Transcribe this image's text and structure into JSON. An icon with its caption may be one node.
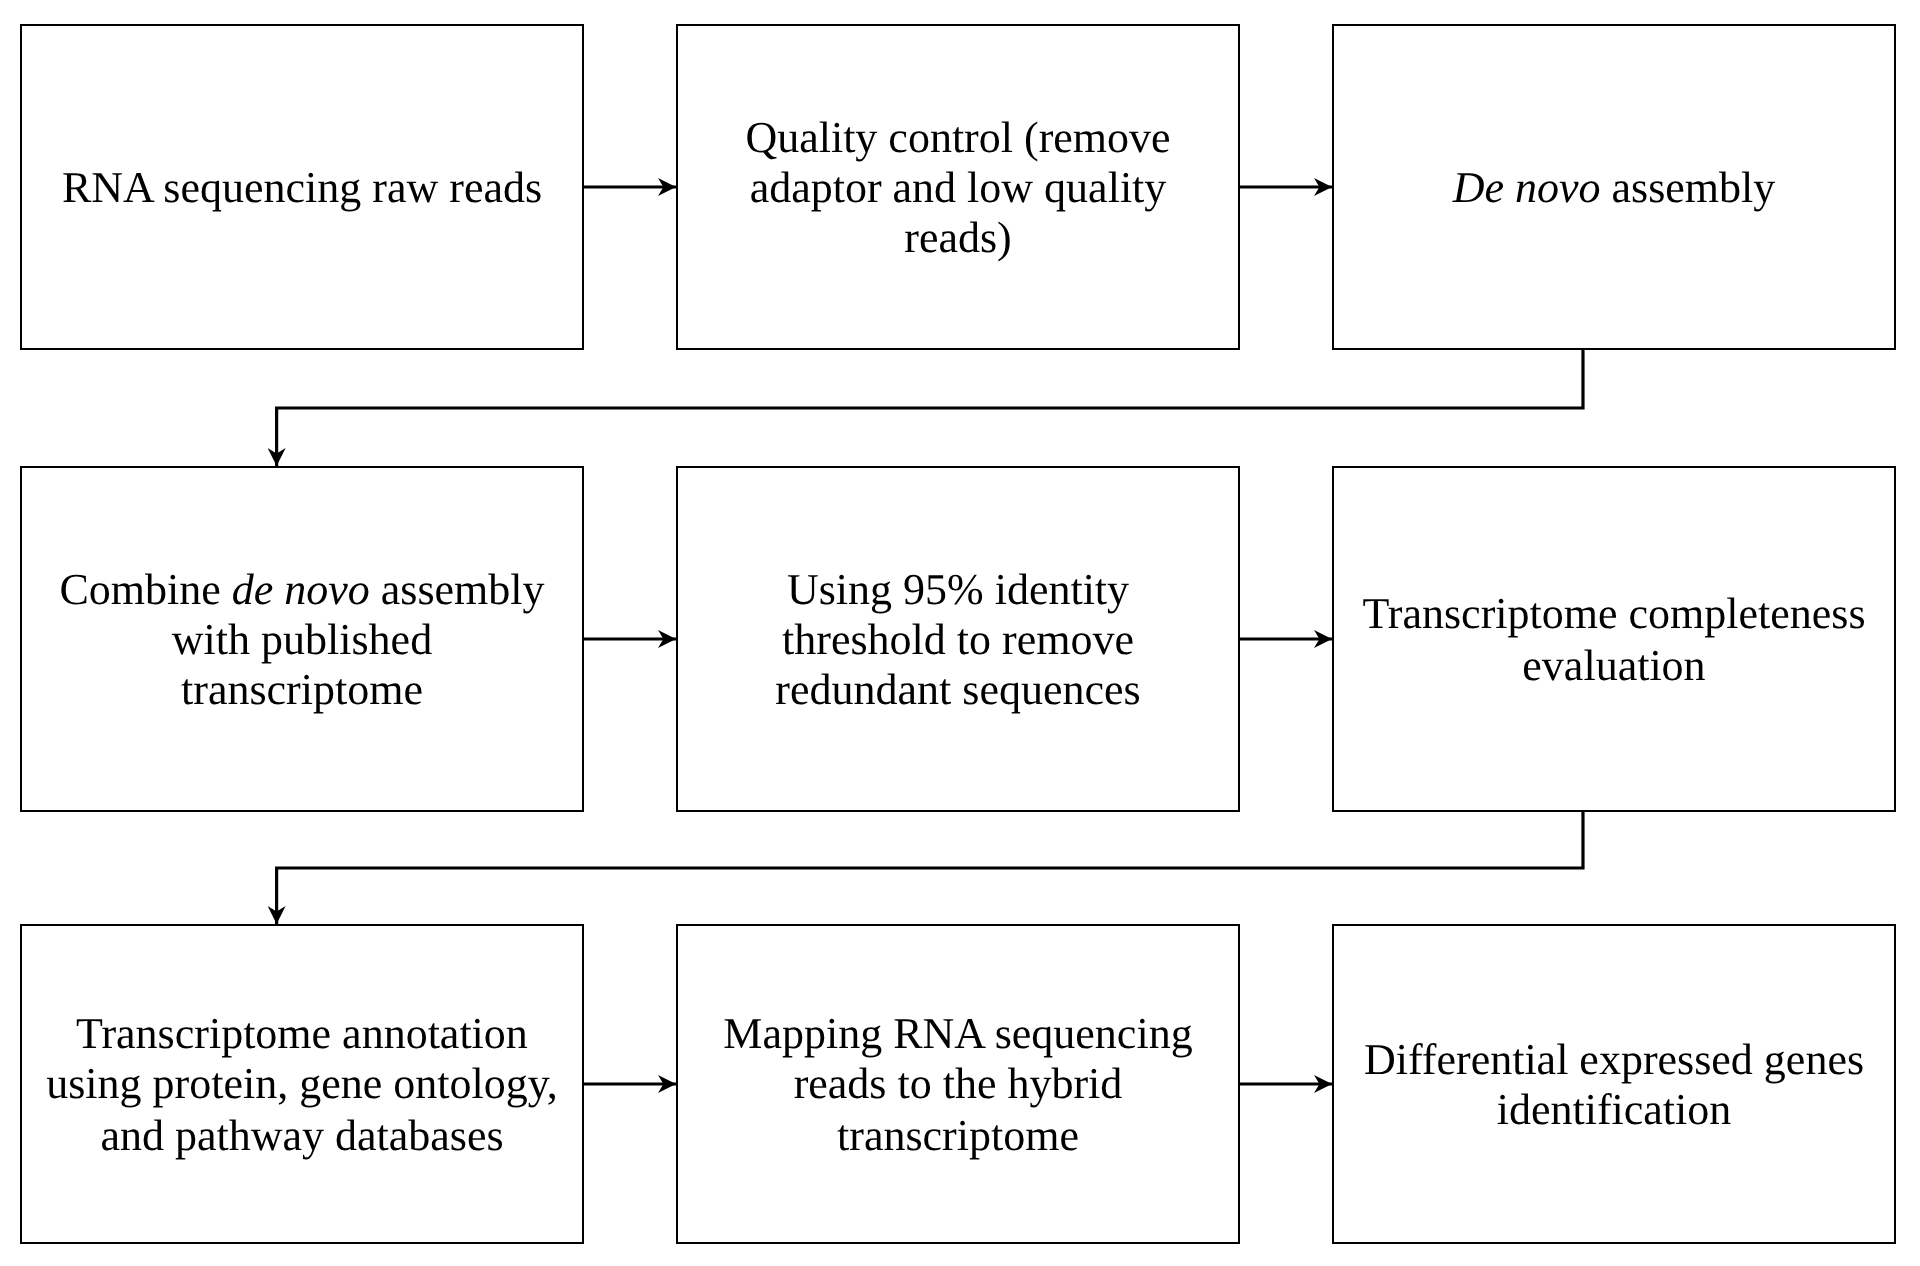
{
  "diagram": {
    "nodes": [
      {
        "text": [
          "RNA sequencing raw reads"
        ]
      },
      {
        "text": [
          "Quality control (remove adaptor and low quality reads)"
        ]
      },
      {
        "text": [
          "*De novo* assembly"
        ]
      },
      {
        "text": [
          "Combine *de novo* assembly with published transcriptome"
        ]
      },
      {
        "text": [
          "Using 95% identity threshold to remove redundant sequences"
        ]
      },
      {
        "text": [
          "Transcriptome completeness evaluation"
        ]
      },
      {
        "text": [
          "Transcriptome annotation using protein, gene ontology, and pathway databases"
        ]
      },
      {
        "text": [
          "Mapping RNA sequencing reads to the hybrid transcriptome"
        ]
      },
      {
        "text": [
          "Differential expressed genes identification"
        ]
      }
    ],
    "edges": [
      {
        "from": 0,
        "to": 1,
        "arrow": "to"
      },
      {
        "from": 1,
        "to": 2,
        "arrow": "to"
      },
      {
        "from": 2,
        "to": 3,
        "arrow": "to"
      },
      {
        "from": 3,
        "to": 4,
        "arrow": "to"
      },
      {
        "from": 4,
        "to": 5,
        "arrow": "to"
      },
      {
        "from": 5,
        "to": 6,
        "arrow": "to"
      },
      {
        "from": 6,
        "to": 7,
        "arrow": "to"
      },
      {
        "from": 7,
        "to": 8,
        "arrow": "to"
      }
    ]
  }
}
